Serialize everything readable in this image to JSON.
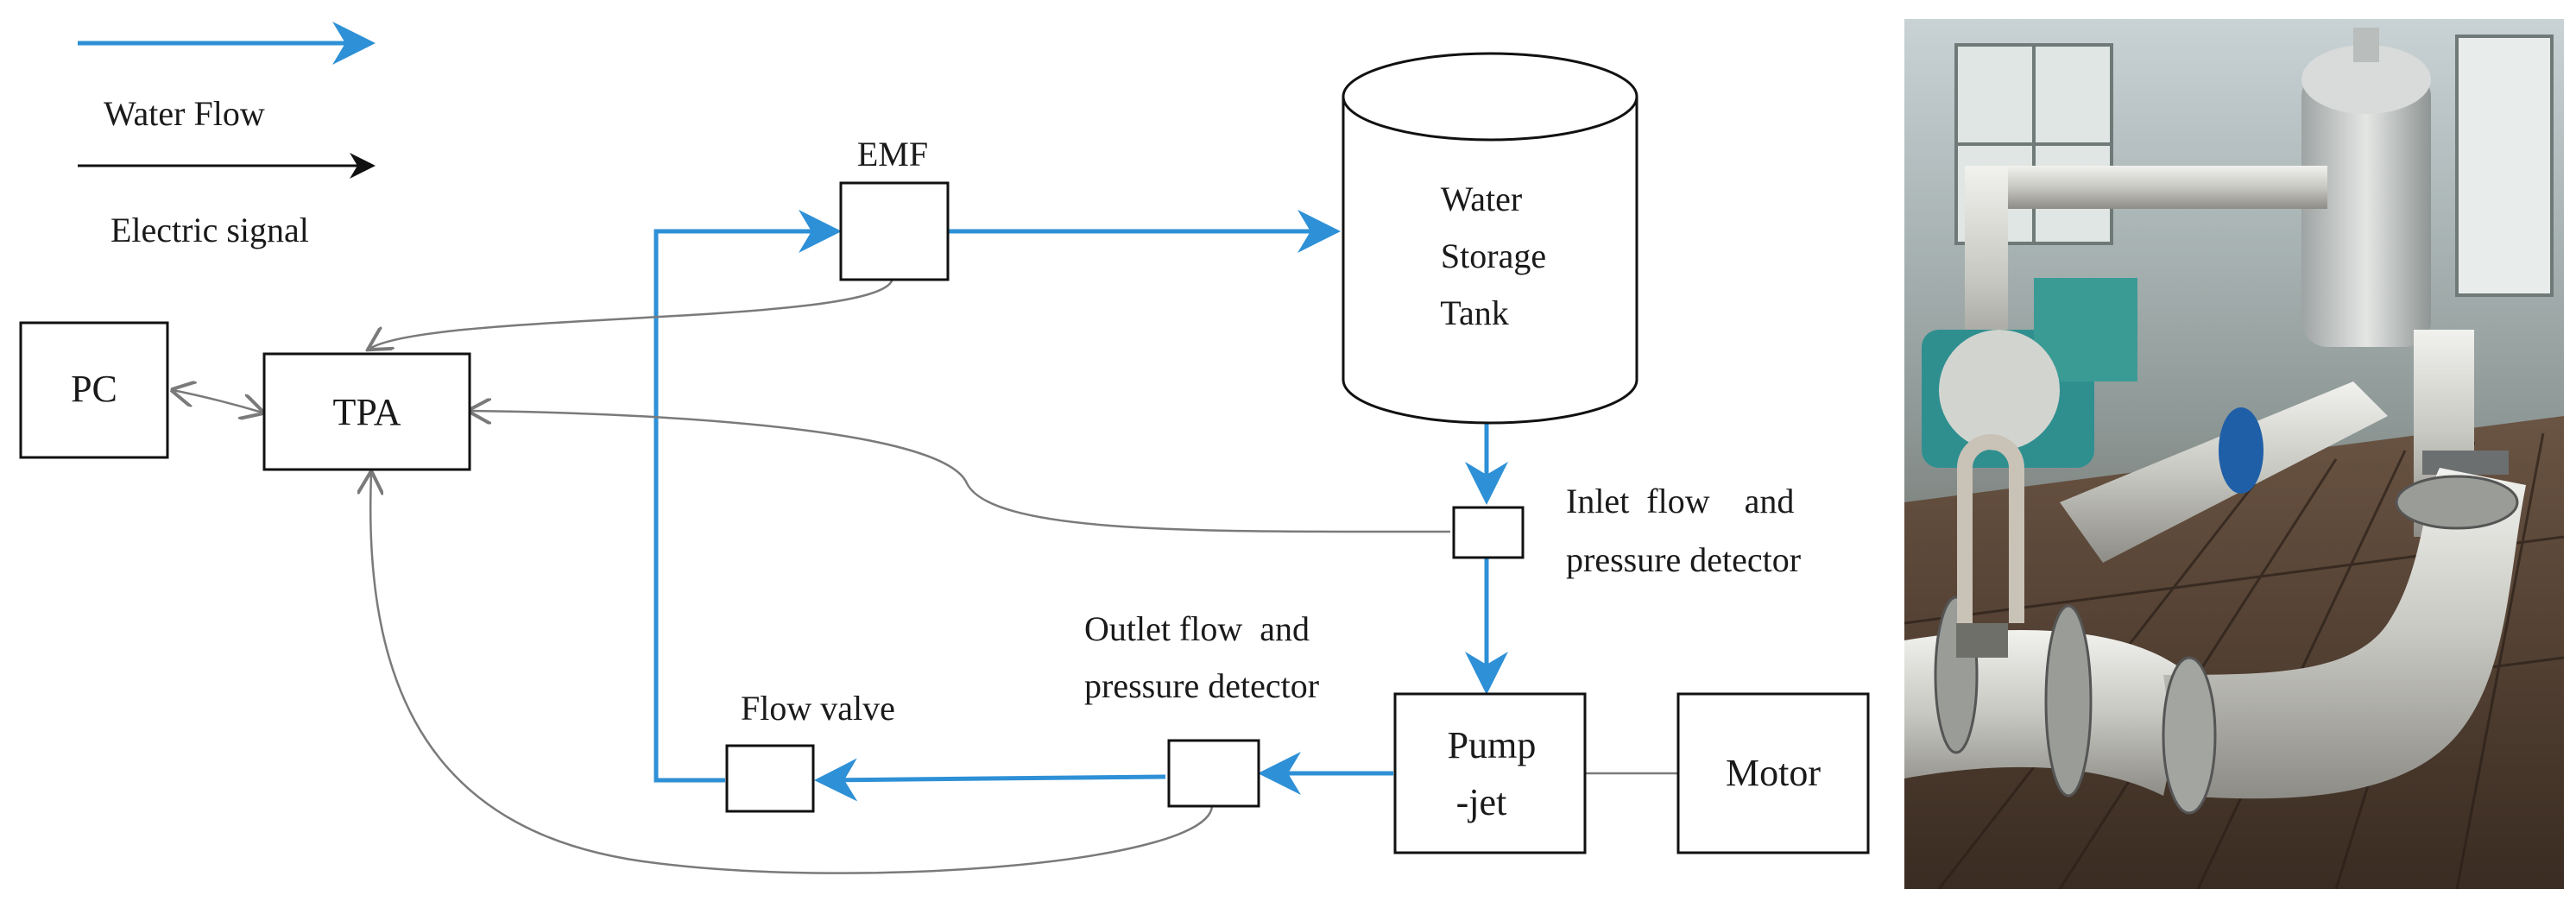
{
  "legend": {
    "water_flow": "Water Flow",
    "electric_signal": "Electric signal"
  },
  "nodes": {
    "pc": "PC",
    "tpa": "TPA",
    "emf": "EMF",
    "tank_line1": "Water",
    "tank_line2": "Storage",
    "tank_line3": "Tank",
    "inlet_line1": "Inlet  flow    and",
    "inlet_line2": "pressure detector",
    "outlet_line1": "Outlet flow  and",
    "outlet_line2": "pressure detector",
    "flow_valve": "Flow valve",
    "pump_line1": "Pump",
    "pump_line2": "-jet",
    "motor": "Motor"
  },
  "colors": {
    "water_flow": "#2e90d6",
    "electric_signal": "#111111",
    "signal_wire": "#7a7a7a"
  },
  "photo": {
    "description_icon": "pump-test-rig-photo"
  }
}
